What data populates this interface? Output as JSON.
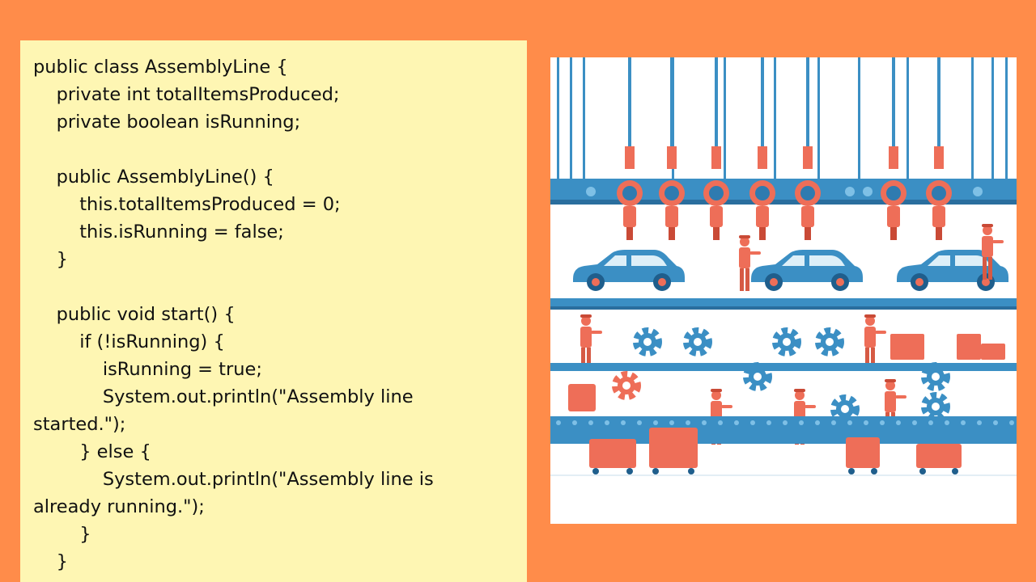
{
  "code_lines": [
    "public class AssemblyLine {",
    "    private int totalItemsProduced;",
    "    private boolean isRunning;",
    "",
    "    public AssemblyLine() {",
    "        this.totalItemsProduced = 0;",
    "        this.isRunning = false;",
    "    }",
    "",
    "    public void start() {",
    "        if (!isRunning) {",
    "            isRunning = true;",
    "            System.out.println(\"Assembly line",
    "started.\");",
    "        } else {",
    "            System.out.println(\"Assembly line is",
    "already running.\");",
    "        }",
    "    }"
  ],
  "colors": {
    "background": "#FF8C4A",
    "code_panel": "#FEF6B3",
    "accent_blue": "#3B8FC4",
    "accent_coral": "#EE6E58"
  },
  "illustration": {
    "icon": "assembly-line-illustration"
  }
}
